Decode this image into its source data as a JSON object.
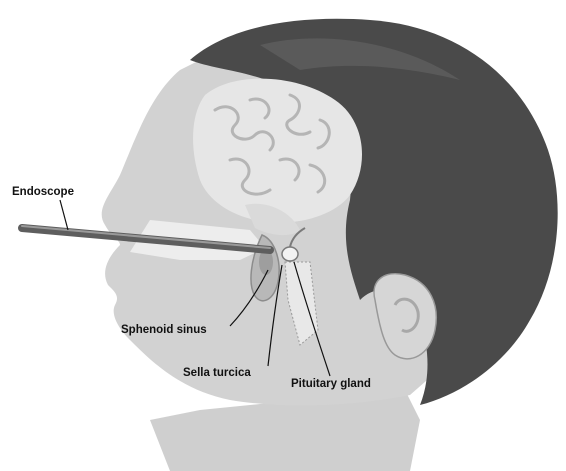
{
  "labels": {
    "endoscope": "Endoscope",
    "sphenoid_sinus": "Sphenoid sinus",
    "sella_turcica": "Sella turcica",
    "pituitary_gland": "Pituitary gland"
  },
  "colors": {
    "background": "#ffffff",
    "skin": "#d2d2d2",
    "hair": "#4a4a4a",
    "brain": "#e6e6e6",
    "sinus": "#b8b8b8",
    "endoscope": "#6a6a6a"
  }
}
